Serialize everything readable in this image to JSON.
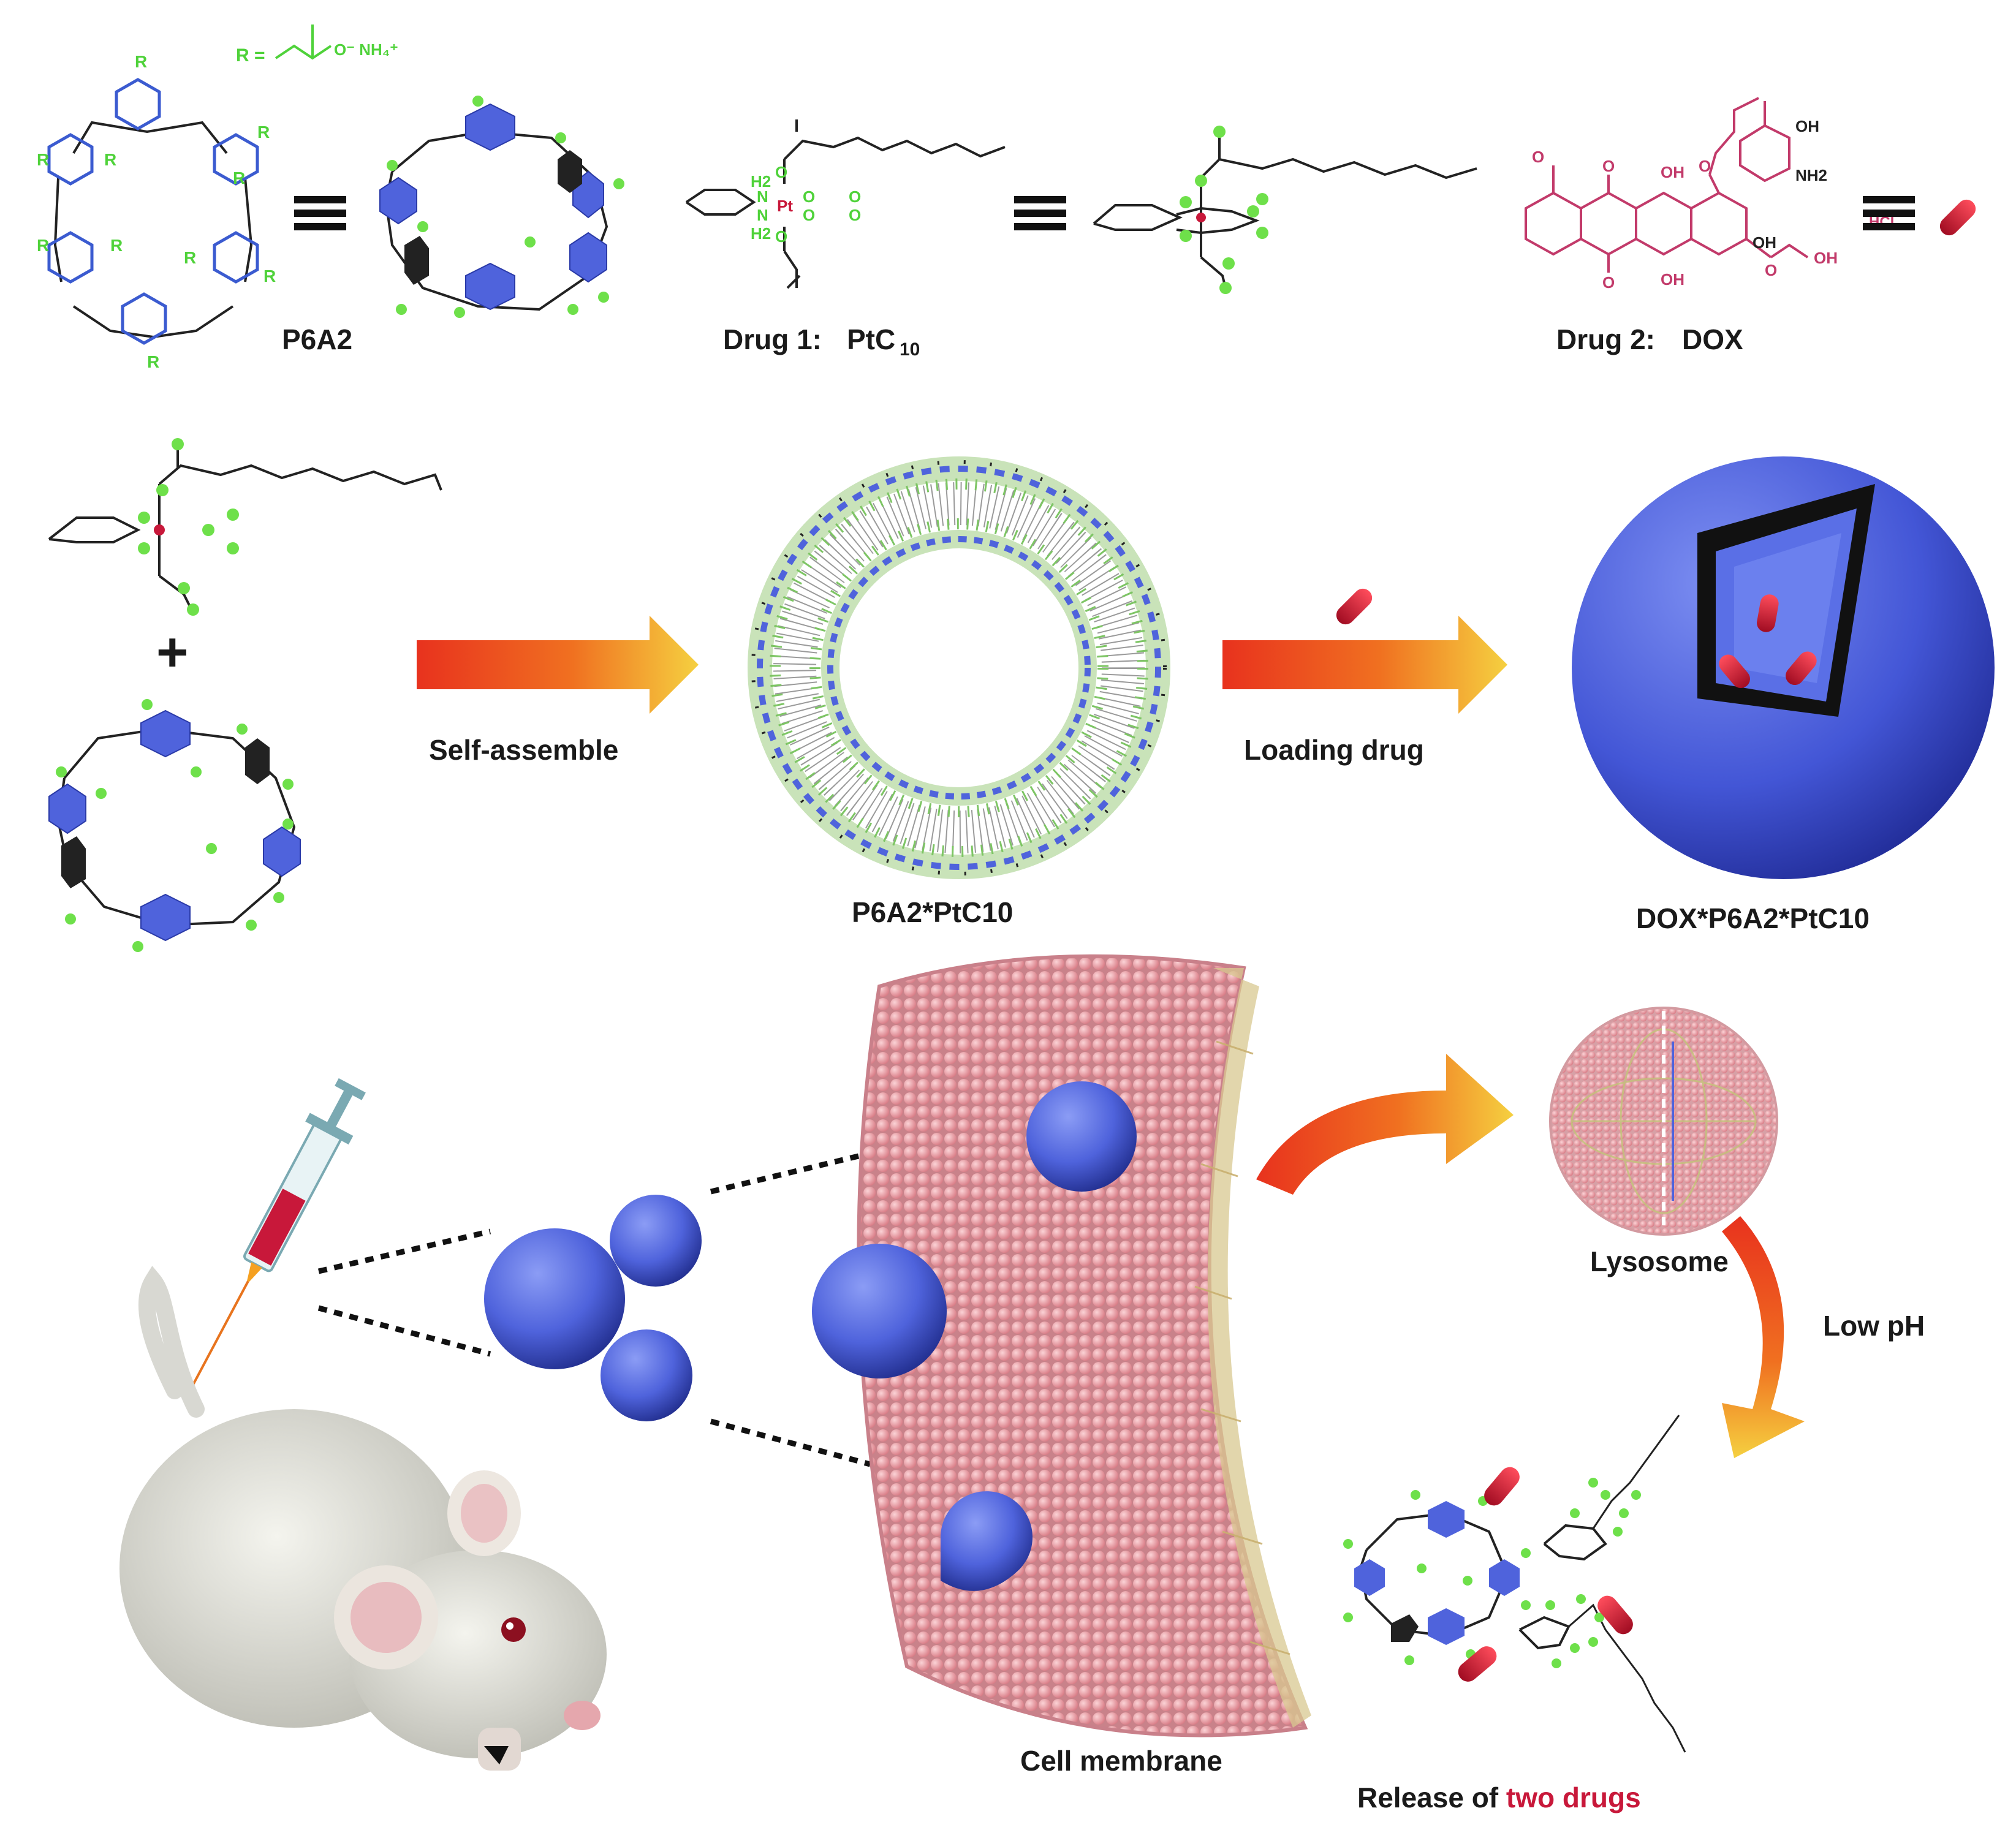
{
  "colors": {
    "green": "#6ee04a",
    "blue": "#4f63dc",
    "drug_red": "#c8183a",
    "dox_pink": "#c23a6a",
    "membrane_pink": "#e7959c",
    "arrow_red": "#e8321e",
    "arrow_orange": "#f59a20",
    "arrow_yellow": "#f5d040",
    "text": "#1a1a1a"
  },
  "top": {
    "r_def": "R =",
    "p6a2": "P6A2",
    "drug1_prefix": "Drug 1:",
    "drug1_name": "PtC",
    "drug1_sub": "10",
    "drug2_prefix": "Drug 2:",
    "drug2_name": "DOX",
    "hcl": "HCl",
    "pt": "Pt",
    "h2": "H2",
    "nh": "N",
    "oh": "OH",
    "nh2": "NH2",
    "o": "O",
    "r": "R"
  },
  "middle": {
    "plus": "+",
    "self_assemble": "Self-assemble",
    "vesicle_label": "P6A2*PtC10",
    "loading_drug": "Loading drug",
    "loaded_label": "DOX*P6A2*PtC10"
  },
  "bottom": {
    "lysosome": "Lysosome",
    "low_ph": "Low pH",
    "cell_membrane": "Cell membrane",
    "release_prefix": "Release of ",
    "release_highlight": "two drugs"
  }
}
